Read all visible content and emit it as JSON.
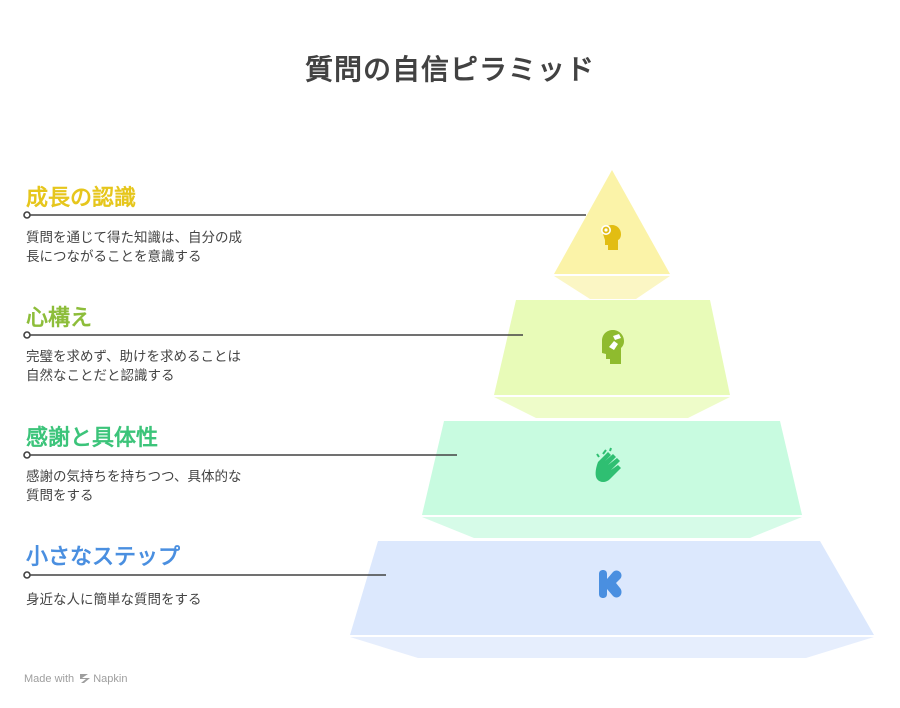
{
  "title": "質問の自信ピラミッド",
  "levels": [
    {
      "label": "成長の認識",
      "description": "質問を通じて得た知識は、自分の成長につながることを意識する",
      "desc_line1": "質問を通じて得た知識は、自分の成",
      "desc_line2": "長につながることを意識する",
      "icon": "head-gear-icon",
      "text_color": "#e6c61c",
      "icon_color": "#e2bd12",
      "fill_color": "#fbf3a8",
      "shade_color": "#fbf6c4"
    },
    {
      "label": "心構え",
      "description": "完璧を求めず、助けを求めることは自然なことだと認識する",
      "desc_line1": "完璧を求めず、助けを求めることは",
      "desc_line2": "自然なことだと認識する",
      "icon": "head-hand-icon",
      "text_color": "#8dbd3a",
      "icon_color": "#8fbb2e",
      "fill_color": "#e8fbb8",
      "shade_color": "#eefcc9"
    },
    {
      "label": "感謝と具体性",
      "description": "感謝の気持ちを持ちつつ、具体的な質問をする",
      "desc_line1": "感謝の気持ちを持ちつつ、具体的な",
      "desc_line2": "質問をする",
      "icon": "clapping-hands-icon",
      "text_color": "#3cc47a",
      "icon_color": "#2fbf72",
      "fill_color": "#c8fbe0",
      "shade_color": "#d6fbe8"
    },
    {
      "label": "小さなステップ",
      "description": "身近な人に簡単な質問をする",
      "desc_line1": "身近な人に簡単な質問をする",
      "desc_line2": "",
      "icon": "kickstarter-icon",
      "text_color": "#4a8fe0",
      "icon_color": "#4a8fe0",
      "fill_color": "#dce8fd",
      "shade_color": "#e6eefd"
    }
  ],
  "footer": {
    "made_with": "Made with",
    "brand": "Napkin"
  }
}
